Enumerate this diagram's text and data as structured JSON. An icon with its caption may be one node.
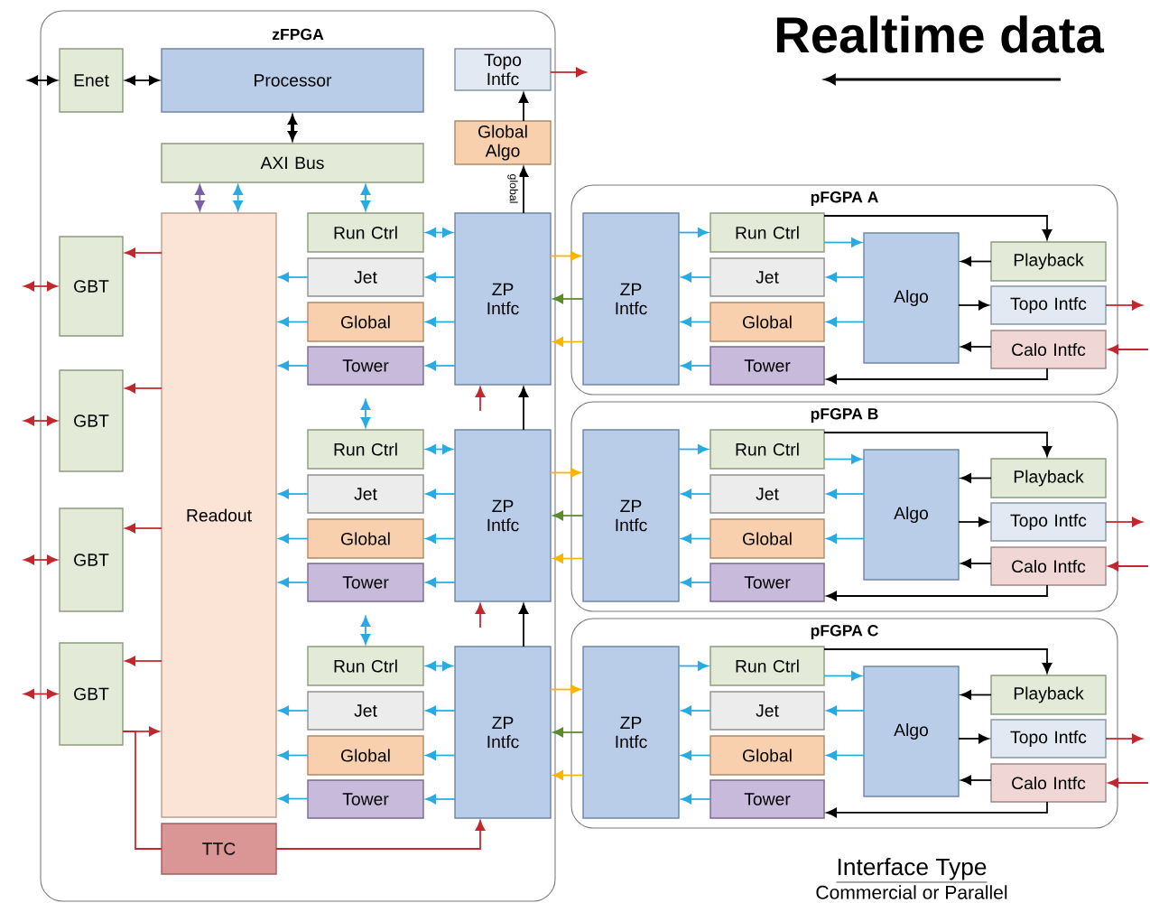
{
  "diagram": {
    "title": "Realtime data",
    "nodes": [
      {
        "text": [
          "zFPGA"
        ]
      },
      {
        "text": [
          "Enet"
        ],
        "in": 0
      },
      {
        "text": [
          "Processor"
        ],
        "in": 0
      },
      {
        "text": [
          "Topo Intfc"
        ],
        "in": 0
      },
      {
        "text": [
          "Global Algo"
        ],
        "in": 0
      },
      {
        "text": [
          "AXI Bus"
        ],
        "in": 0
      },
      {
        "text": [
          "Readout"
        ],
        "in": 0
      },
      {
        "text": [
          "GBT"
        ],
        "in": 0
      },
      {
        "text": [
          "GBT"
        ],
        "in": 0
      },
      {
        "text": [
          "GBT"
        ],
        "in": 0
      },
      {
        "text": [
          "GBT"
        ],
        "in": 0
      },
      {
        "text": [
          "TTC"
        ],
        "in": 0
      },
      {
        "text": [
          "Run Ctrl"
        ],
        "in": 0
      },
      {
        "text": [
          "Jet"
        ],
        "in": 0
      },
      {
        "text": [
          "Global"
        ],
        "in": 0
      },
      {
        "text": [
          "Tower"
        ],
        "in": 0
      },
      {
        "text": [
          "ZP Intfc"
        ],
        "in": 0
      },
      {
        "text": [
          "Run Ctrl"
        ],
        "in": 0
      },
      {
        "text": [
          "Jet"
        ],
        "in": 0
      },
      {
        "text": [
          "Global"
        ],
        "in": 0
      },
      {
        "text": [
          "Tower"
        ],
        "in": 0
      },
      {
        "text": [
          "ZP Intfc"
        ],
        "in": 0
      },
      {
        "text": [
          "Run Ctrl"
        ],
        "in": 0
      },
      {
        "text": [
          "Jet"
        ],
        "in": 0
      },
      {
        "text": [
          "Global"
        ],
        "in": 0
      },
      {
        "text": [
          "Tower"
        ],
        "in": 0
      },
      {
        "text": [
          "ZP Intfc"
        ],
        "in": 0
      },
      {
        "text": [
          "pFGPA A"
        ]
      },
      {
        "text": [
          "ZP Intfc"
        ],
        "in": 27
      },
      {
        "text": [
          "Run Ctrl"
        ],
        "in": 27
      },
      {
        "text": [
          "Jet"
        ],
        "in": 27
      },
      {
        "text": [
          "Global"
        ],
        "in": 27
      },
      {
        "text": [
          "Tower"
        ],
        "in": 27
      },
      {
        "text": [
          "Algo"
        ],
        "in": 27
      },
      {
        "text": [
          "Playback"
        ],
        "in": 27
      },
      {
        "text": [
          "Topo Intfc"
        ],
        "in": 27
      },
      {
        "text": [
          "Calo Intfc"
        ],
        "in": 27
      },
      {
        "text": [
          "pFGPA B"
        ]
      },
      {
        "text": [
          "ZP Intfc"
        ],
        "in": 37
      },
      {
        "text": [
          "Run Ctrl"
        ],
        "in": 37
      },
      {
        "text": [
          "Jet"
        ],
        "in": 37
      },
      {
        "text": [
          "Global"
        ],
        "in": 37
      },
      {
        "text": [
          "Tower"
        ],
        "in": 37
      },
      {
        "text": [
          "Algo"
        ],
        "in": 37
      },
      {
        "text": [
          "Playback"
        ],
        "in": 37
      },
      {
        "text": [
          "Topo Intfc"
        ],
        "in": 37
      },
      {
        "text": [
          "Calo Intfc"
        ],
        "in": 37
      },
      {
        "text": [
          "pFGPA C"
        ]
      },
      {
        "text": [
          "ZP Intfc"
        ],
        "in": 47
      },
      {
        "text": [
          "Run Ctrl"
        ],
        "in": 47
      },
      {
        "text": [
          "Jet"
        ],
        "in": 47
      },
      {
        "text": [
          "Global"
        ],
        "in": 47
      },
      {
        "text": [
          "Tower"
        ],
        "in": 47
      },
      {
        "text": [
          "Algo"
        ],
        "in": 47
      },
      {
        "text": [
          "Playback"
        ],
        "in": 47
      },
      {
        "text": [
          "Topo Intfc"
        ],
        "in": 47
      },
      {
        "text": [
          "Calo Intfc"
        ],
        "in": 47
      }
    ],
    "edges": [
      {
        "from": null,
        "to": 1,
        "arrow": "both",
        "color": "#000000"
      },
      {
        "from": 1,
        "to": 2,
        "arrow": "both",
        "color": "#000000"
      },
      {
        "from": 2,
        "to": 5,
        "arrow": "both",
        "style": "thick",
        "color": "#000000"
      },
      {
        "from": 5,
        "to": 6,
        "arrow": "both",
        "color": "#7b5ea7"
      },
      {
        "from": 5,
        "to": 6,
        "arrow": "both"
      },
      {
        "from": 5,
        "to": 12,
        "arrow": "both"
      },
      {
        "from": null,
        "to": 17,
        "arrow": "both"
      },
      {
        "from": null,
        "to": 22,
        "arrow": "both"
      },
      {
        "from": 16,
        "to": 4,
        "arrow": "to",
        "label": "global",
        "color": "#000000"
      },
      {
        "from": 4,
        "to": 3,
        "arrow": "to",
        "color": "#000000"
      },
      {
        "from": 3,
        "to": null,
        "arrow": "to",
        "color": "#c1272d"
      },
      {
        "from": 26,
        "to": 21,
        "arrow": "to",
        "color": "#000000"
      },
      {
        "from": 21,
        "to": 16,
        "arrow": "to",
        "color": "#000000"
      },
      {
        "from": null,
        "to": 16,
        "arrow": "to",
        "color": "#c1272d"
      },
      {
        "from": null,
        "to": 21,
        "arrow": "to",
        "color": "#c1272d"
      },
      {
        "from": 11,
        "to": 26,
        "arrow": "to",
        "color": "#c1272d"
      },
      {
        "from": 6,
        "to": 7,
        "arrow": "to",
        "color": "#c1272d"
      },
      {
        "from": 6,
        "to": 8,
        "arrow": "to",
        "color": "#c1272d"
      },
      {
        "from": 6,
        "to": 9,
        "arrow": "to",
        "color": "#c1272d"
      },
      {
        "from": 6,
        "to": 10,
        "arrow": "to",
        "color": "#c1272d"
      },
      {
        "from": 10,
        "to": 6,
        "arrow": "to",
        "color": "#c1272d"
      },
      {
        "from": 10,
        "to": 11,
        "arrow": "none",
        "color": "#c1272d"
      },
      {
        "from": null,
        "to": 7,
        "arrow": "both",
        "color": "#c1272d"
      },
      {
        "from": null,
        "to": 8,
        "arrow": "both",
        "color": "#c1272d"
      },
      {
        "from": null,
        "to": 9,
        "arrow": "both",
        "color": "#c1272d"
      },
      {
        "from": null,
        "to": 10,
        "arrow": "both",
        "color": "#c1272d"
      },
      {
        "from": 12,
        "to": 16,
        "arrow": "both"
      },
      {
        "from": 16,
        "to": 13,
        "arrow": "to"
      },
      {
        "from": 16,
        "to": 14,
        "arrow": "to"
      },
      {
        "from": 16,
        "to": 15,
        "arrow": "to"
      },
      {
        "from": 13,
        "to": 6,
        "arrow": "to"
      },
      {
        "from": 14,
        "to": 6,
        "arrow": "to"
      },
      {
        "from": 15,
        "to": 6,
        "arrow": "to"
      },
      {
        "from": 17,
        "to": 21,
        "arrow": "both"
      },
      {
        "from": 21,
        "to": 18,
        "arrow": "to"
      },
      {
        "from": 21,
        "to": 19,
        "arrow": "to"
      },
      {
        "from": 21,
        "to": 20,
        "arrow": "to"
      },
      {
        "from": 18,
        "to": 6,
        "arrow": "to"
      },
      {
        "from": 19,
        "to": 6,
        "arrow": "to"
      },
      {
        "from": 20,
        "to": 6,
        "arrow": "to"
      },
      {
        "from": 22,
        "to": 26,
        "arrow": "both"
      },
      {
        "from": 26,
        "to": 23,
        "arrow": "to"
      },
      {
        "from": 26,
        "to": 24,
        "arrow": "to"
      },
      {
        "from": 26,
        "to": 25,
        "arrow": "to"
      },
      {
        "from": 23,
        "to": 6,
        "arrow": "to"
      },
      {
        "from": 24,
        "to": 6,
        "arrow": "to"
      },
      {
        "from": 25,
        "to": 6,
        "arrow": "to"
      },
      {
        "from": 16,
        "to": 28,
        "arrow": "to",
        "color": "#f7b500"
      },
      {
        "from": 28,
        "to": 16,
        "arrow": "to",
        "color": "#5b8a2d"
      },
      {
        "from": 28,
        "to": 16,
        "arrow": "to",
        "color": "#f7b500"
      },
      {
        "from": 21,
        "to": 38,
        "arrow": "to",
        "color": "#f7b500"
      },
      {
        "from": 38,
        "to": 21,
        "arrow": "to",
        "color": "#5b8a2d"
      },
      {
        "from": 38,
        "to": 21,
        "arrow": "to",
        "color": "#f7b500"
      },
      {
        "from": 26,
        "to": 48,
        "arrow": "to",
        "color": "#f7b500"
      },
      {
        "from": 48,
        "to": 26,
        "arrow": "to",
        "color": "#5b8a2d"
      },
      {
        "from": 48,
        "to": 26,
        "arrow": "to",
        "color": "#f7b500"
      },
      {
        "from": 28,
        "to": 29,
        "arrow": "to"
      },
      {
        "from": 29,
        "to": 33,
        "arrow": "to"
      },
      {
        "from": 33,
        "to": 30,
        "arrow": "to"
      },
      {
        "from": 33,
        "to": 31,
        "arrow": "to"
      },
      {
        "from": 30,
        "to": 28,
        "arrow": "to"
      },
      {
        "from": 31,
        "to": 28,
        "arrow": "to"
      },
      {
        "from": 32,
        "to": 28,
        "arrow": "to"
      },
      {
        "from": 29,
        "to": 34,
        "arrow": "to",
        "color": "#000000"
      },
      {
        "from": 34,
        "to": 33,
        "arrow": "to",
        "color": "#000000"
      },
      {
        "from": 33,
        "to": 35,
        "arrow": "to",
        "color": "#000000"
      },
      {
        "from": 35,
        "to": null,
        "arrow": "to",
        "color": "#c1272d"
      },
      {
        "from": null,
        "to": 36,
        "arrow": "to",
        "color": "#c1272d"
      },
      {
        "from": 36,
        "to": 33,
        "arrow": "to",
        "color": "#000000"
      },
      {
        "from": 36,
        "to": 32,
        "arrow": "to",
        "color": "#000000"
      },
      {
        "from": 38,
        "to": 39,
        "arrow": "to"
      },
      {
        "from": 39,
        "to": 43,
        "arrow": "to"
      },
      {
        "from": 43,
        "to": 40,
        "arrow": "to"
      },
      {
        "from": 43,
        "to": 41,
        "arrow": "to"
      },
      {
        "from": 40,
        "to": 38,
        "arrow": "to"
      },
      {
        "from": 41,
        "to": 38,
        "arrow": "to"
      },
      {
        "from": 42,
        "to": 38,
        "arrow": "to"
      },
      {
        "from": 39,
        "to": 44,
        "arrow": "to",
        "color": "#000000"
      },
      {
        "from": 44,
        "to": 43,
        "arrow": "to",
        "color": "#000000"
      },
      {
        "from": 43,
        "to": 45,
        "arrow": "to",
        "color": "#000000"
      },
      {
        "from": 45,
        "to": null,
        "arrow": "to",
        "color": "#c1272d"
      },
      {
        "from": null,
        "to": 46,
        "arrow": "to",
        "color": "#c1272d"
      },
      {
        "from": 46,
        "to": 43,
        "arrow": "to",
        "color": "#000000"
      },
      {
        "from": 46,
        "to": 42,
        "arrow": "to",
        "color": "#000000"
      },
      {
        "from": 48,
        "to": 49,
        "arrow": "to"
      },
      {
        "from": 49,
        "to": 53,
        "arrow": "to"
      },
      {
        "from": 53,
        "to": 50,
        "arrow": "to"
      },
      {
        "from": 53,
        "to": 51,
        "arrow": "to"
      },
      {
        "from": 50,
        "to": 48,
        "arrow": "to"
      },
      {
        "from": 51,
        "to": 48,
        "arrow": "to"
      },
      {
        "from": 52,
        "to": 48,
        "arrow": "to"
      },
      {
        "from": 49,
        "to": 54,
        "arrow": "to",
        "color": "#000000"
      },
      {
        "from": 54,
        "to": 53,
        "arrow": "to",
        "color": "#000000"
      },
      {
        "from": 53,
        "to": 55,
        "arrow": "to",
        "color": "#000000"
      },
      {
        "from": 55,
        "to": null,
        "arrow": "to",
        "color": "#c1272d"
      },
      {
        "from": null,
        "to": 56,
        "arrow": "to",
        "color": "#c1272d"
      },
      {
        "from": 56,
        "to": 53,
        "arrow": "to",
        "color": "#000000"
      },
      {
        "from": 56,
        "to": 52,
        "arrow": "to",
        "color": "#000000"
      }
    ],
    "labels": [
      "Interface Type",
      "Commercial or Parallel"
    ]
  }
}
